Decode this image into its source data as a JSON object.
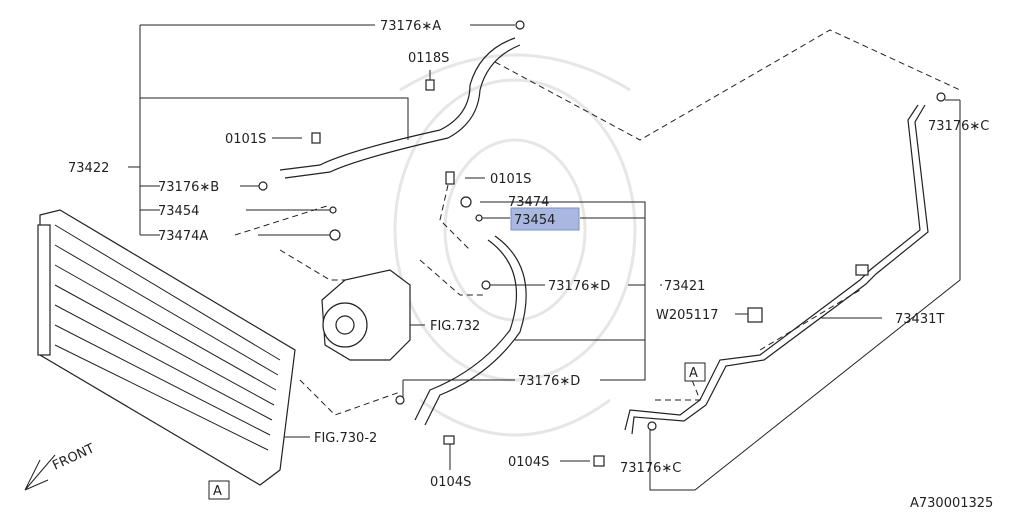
{
  "labels": {
    "l73176A": "73176∗A",
    "l0118S": "0118S",
    "l0101S_left": "0101S",
    "l73422": "73422",
    "l73176B": "73176∗B",
    "l73454_left": "73454",
    "l73474A": "73474A",
    "l0101S_mid": "0101S",
    "l73474": "73474",
    "l73454_hl": "73454",
    "l73176D_upper": "73176∗D",
    "l73421": "73421",
    "lfig732": "FIG.732",
    "lW205117": "W205117",
    "l73431T": "73431T",
    "l73176C_top": "73176∗C",
    "l73176D_lower": "73176∗D",
    "lfig730": "FIG.730-2",
    "l0104S_left": "0104S",
    "l0104S_right": "0104S",
    "l73176C_bottom": "73176∗C",
    "lfront": "FRONT",
    "lA_left": "A",
    "lA_right": "A",
    "lcode": "A730001325"
  },
  "highlight_color": "#a9b8e0"
}
